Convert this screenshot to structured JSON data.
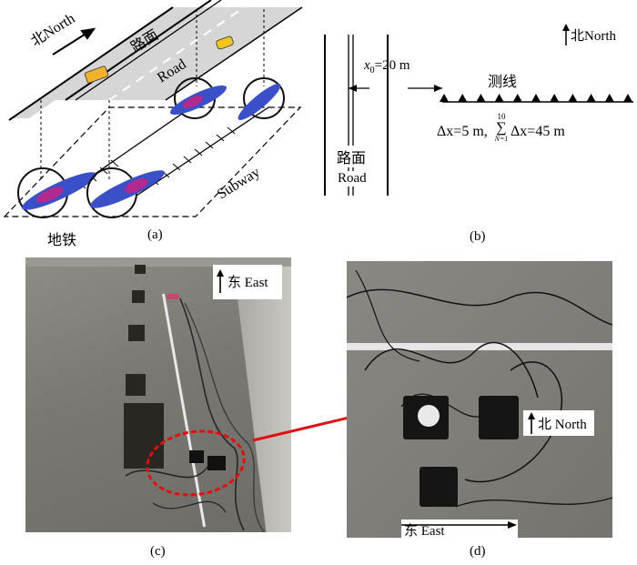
{
  "panel_a": {
    "north_label": "北North",
    "road_cn": "路面",
    "road_en": "Road",
    "subway_en": "Subway",
    "subway_cn": "地铁",
    "caption": "(a)"
  },
  "panel_b": {
    "north_label": "北North",
    "x0_label": "x",
    "x0_sub": "0",
    "x0_value": "=20 m",
    "line_label": "测线",
    "dx_label": "Δx=5 m,",
    "sum_top": "10",
    "sum_bottom": "N=1",
    "sum_expr": "Δx=45 m",
    "road_cn": "路面",
    "road_en": "Road",
    "sensor_count": 11,
    "caption": "(b)"
  },
  "panel_c": {
    "direction_label": "东 East",
    "caption": "(c)"
  },
  "panel_d": {
    "north_label": "北 North",
    "east_label": "东   East",
    "caption": "(d)"
  },
  "colors": {
    "road_gray": "#d4d4d4",
    "pointer_red": "#e01010",
    "photo_ground": "#7d7b76"
  }
}
